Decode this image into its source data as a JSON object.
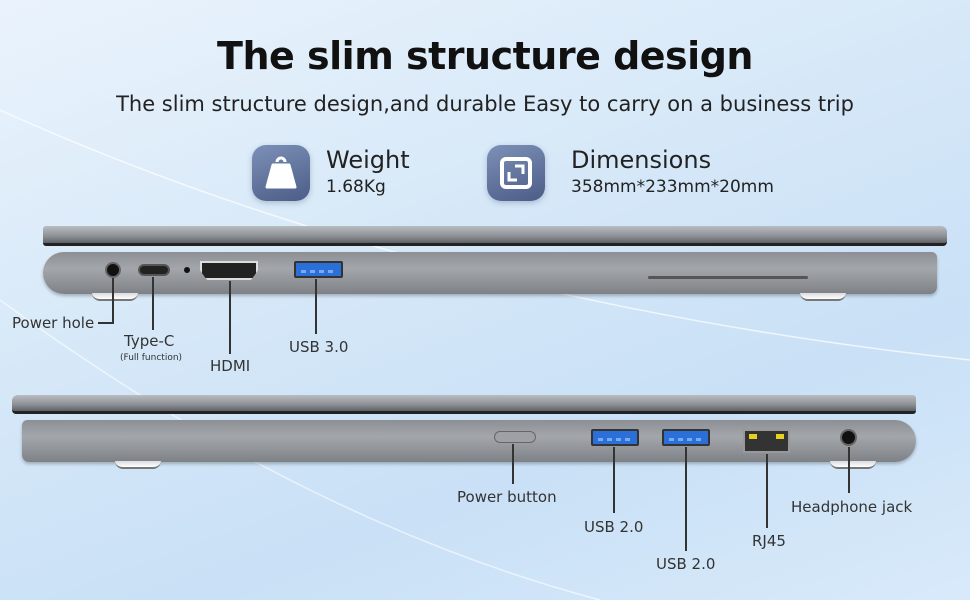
{
  "title": "The slim structure design",
  "subtitle": "The slim structure design,and durable Easy to carry on a business trip",
  "specs": {
    "weight": {
      "label": "Weight",
      "value": "1.68Kg",
      "icon": "weight-icon"
    },
    "dimensions": {
      "label": "Dimensions",
      "value": "358mm*233mm*20mm",
      "icon": "dimensions-icon"
    }
  },
  "left_side": {
    "power_hole": "Power hole",
    "type_c": "Type-C",
    "type_c_note": "(Full function)",
    "hdmi": "HDMI",
    "usb3": "USB 3.0"
  },
  "right_side": {
    "power_button": "Power button",
    "usb2_a": "USB 2.0",
    "usb2_b": "USB 2.0",
    "rj45": "RJ45",
    "headphone": "Headphone jack"
  },
  "colors": {
    "usb3_port": "#2b6fd8",
    "icon_bg": "#5a6c95"
  }
}
